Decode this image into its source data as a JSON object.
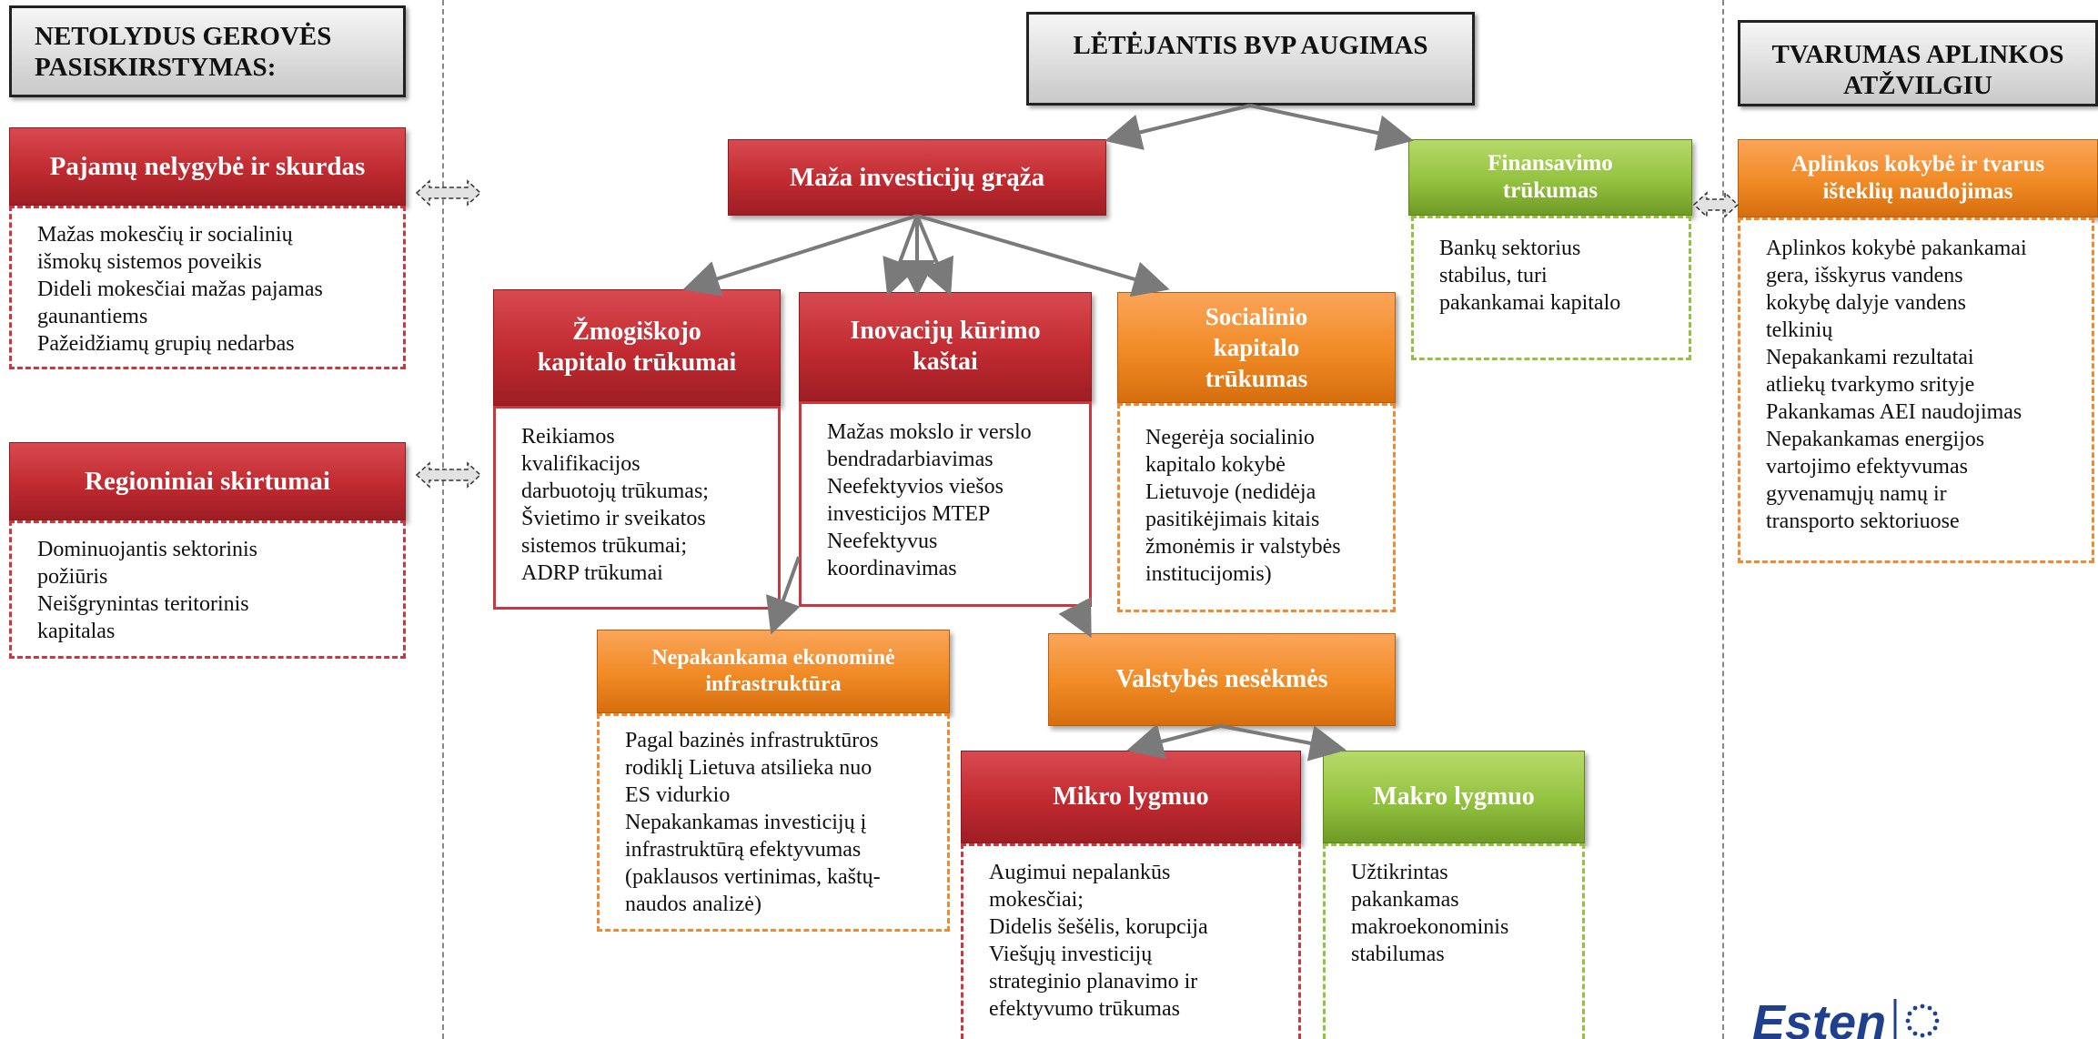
{
  "headers": {
    "left": [
      "NETOLYDUS GEROVĖS",
      "PASISKIRSTYMAS:"
    ],
    "center": "LĖTĖJANTIS BVP AUGIMAS",
    "right": [
      "TVARUMAS APLINKOS",
      "ATŽVILGIU"
    ]
  },
  "left_column": {
    "inequality": {
      "title": "Pajamų nelygybė ir skurdas",
      "lines": [
        "Mažas mokesčių ir socialinių",
        "išmokų sistemos poveikis",
        "Dideli mokesčiai mažas pajamas",
        "gaunantiems",
        "Pažeidžiamų grupių nedarbas"
      ]
    },
    "regional": {
      "title": "Regioniniai skirtumai",
      "lines": [
        "Dominuojantis sektorinis",
        "požiūris",
        "Neišgrynintas teritorinis",
        "kapitalas"
      ]
    }
  },
  "center": {
    "low_return": {
      "title": "Maža investicijų grąža"
    },
    "financing": {
      "title": [
        "Finansavimo",
        "trūkumas"
      ],
      "lines": [
        "Bankų sektorius",
        "stabilus, turi",
        "pakankamai kapitalo"
      ]
    },
    "human_capital": {
      "title": [
        "Žmogiškojo",
        "kapitalo trūkumai"
      ],
      "lines": [
        "Reikiamos",
        "kvalifikacijos",
        "darbuotojų trūkumas;",
        "Švietimo ir sveikatos",
        "sistemos trūkumai;",
        "ADRP trūkumai"
      ]
    },
    "innovation": {
      "title": [
        "Inovacijų kūrimo",
        "kaštai"
      ],
      "lines": [
        "Mažas mokslo ir verslo",
        "bendradarbiavimas",
        "Neefektyvios viešos",
        "investicijos MTEP",
        "Neefektyvus",
        "koordinavimas"
      ]
    },
    "social_capital": {
      "title": [
        "Socialinio",
        "kapitalo",
        "trūkumas"
      ],
      "lines": [
        "Negerėja socialinio",
        "kapitalo kokybė",
        "Lietuvoje (nedidėja",
        "pasitikėjimais kitais",
        "žmonėmis ir valstybės",
        "institucijomis)"
      ]
    },
    "infrastructure": {
      "title": [
        "Nepakankama ekonominė",
        "infrastruktūra"
      ],
      "lines": [
        "Pagal bazinės infrastruktūros",
        "rodiklį Lietuva atsilieka nuo",
        "ES vidurkio",
        "Nepakankamas investicijų į",
        "infrastruktūrą efektyvumas",
        "(paklausos vertinimas, kaštų-",
        "naudos analizė)"
      ]
    },
    "state_failures": {
      "title": "Valstybės nesėkmės"
    },
    "micro": {
      "title": "Mikro lygmuo",
      "lines": [
        "Augimui nepalankūs",
        "mokesčiai;",
        "Didelis šešėlis, korupcija",
        "Viešųjų investicijų",
        "strateginio planavimo ir",
        "efektyvumo trūkumas"
      ]
    },
    "macro": {
      "title": "Makro lygmuo",
      "lines": [
        "Užtikrintas",
        "pakankamas",
        "makroekonominis",
        "stabilumas"
      ]
    }
  },
  "right_column": {
    "environment": {
      "title": [
        "Aplinkos kokybė ir tvarus",
        "išteklių naudojimas"
      ],
      "lines": [
        "Aplinkos kokybė pakankamai",
        "gera, išskyrus vandens",
        "kokybę dalyje vandens",
        "telkinių",
        "Nepakankami rezultatai",
        "atliekų tvarkymo srityje",
        "Pakankamas AEI naudojimas",
        "Nepakankamas energijos",
        "vartojimo efektyvumas",
        "gyvenamųjų namų ir",
        "transporto sektoriuose"
      ]
    }
  },
  "logo": {
    "text": "Esten",
    "icon": "eu-stars-icon"
  },
  "colors": {
    "red": "#c8383e",
    "orange": "#f08a24",
    "green": "#93c23f",
    "arrow": "#7a7a7a"
  }
}
